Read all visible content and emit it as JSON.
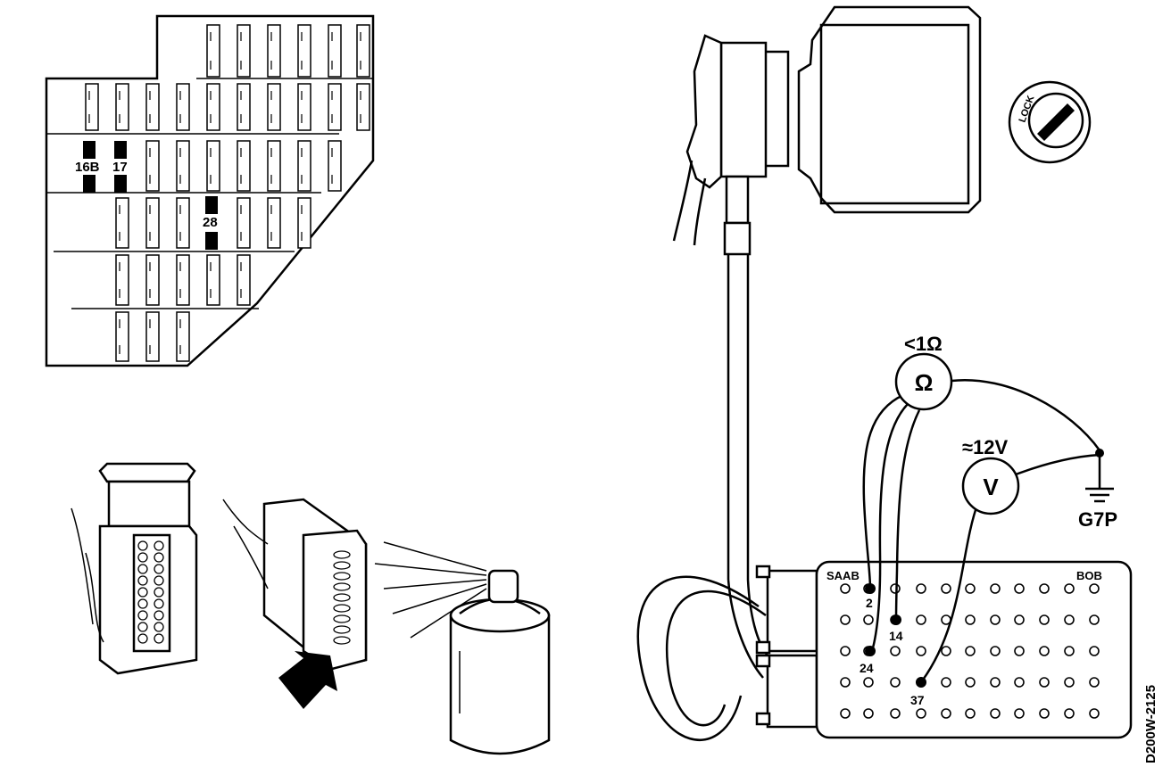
{
  "fuse_box": {
    "fuse_labels": [
      "16B",
      "17",
      "28"
    ]
  },
  "diagnostic": {
    "ohm_value": "<1Ω",
    "ohm_symbol": "Ω",
    "volt_value": "≈12V",
    "volt_symbol": "V",
    "ground_label": "G7P",
    "bob_left_label": "SAAB",
    "bob_right_label": "BOB",
    "pin_labels": [
      "2",
      "14",
      "24",
      "37"
    ],
    "lock_label": "LOCK"
  },
  "figure_code": "D200W-2125"
}
